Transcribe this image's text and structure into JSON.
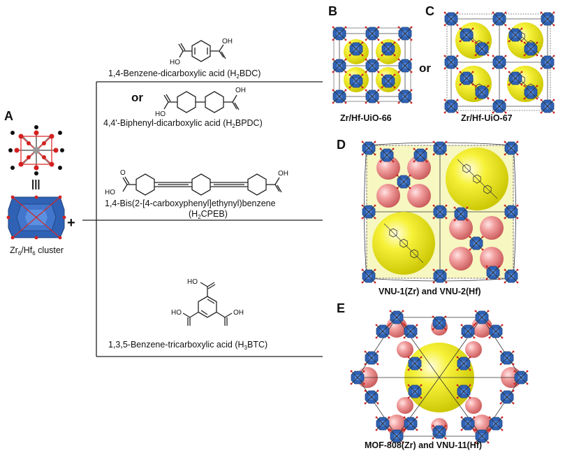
{
  "panels": {
    "A": "A",
    "B": "B",
    "C": "C",
    "D": "D",
    "E": "E"
  },
  "cluster": {
    "equals_sign": "|||",
    "label_main": "Zr",
    "label_sub1": "6",
    "label_mid": "/Hf",
    "label_sub2": "6",
    "label_end": " cluster"
  },
  "plus": "+",
  "linkers": {
    "bdc": {
      "name_pre": "1,4-Benzene-dicarboxylic acid (H",
      "name_sub": "2",
      "name_post": "BDC)"
    },
    "bpdc": {
      "or": "or",
      "name_pre": "4,4'-Biphenyl-dicarboxylic acid (H",
      "name_sub": "2",
      "name_post": "BPDC)"
    },
    "cpeb": {
      "name_line1": "1,4-Bis(2-[4-carboxyphenyl]ethynyl)benzene",
      "name2_pre": "(H",
      "name2_sub": "2",
      "name2_post": "CPEB)"
    },
    "btc": {
      "name_pre": "1,3,5-Benzene-tricarboxylic acid (H",
      "name_sub": "3",
      "name_post": "BTC)"
    }
  },
  "chem_labels": {
    "oh": "OH",
    "ho": "HO",
    "o": "O"
  },
  "mofs": {
    "uio66": "Zr/Hf-UiO-66",
    "or_label": "or",
    "uio67": "Zr/Hf-UiO-67",
    "vnu1": "VNU-1(Zr) and VNU-2(Hf)",
    "mof808": "MOF-808(Zr) and VNU-11(Hf)"
  },
  "colors": {
    "node_blue": "#2f62b5",
    "cage_yellow": "#f2ef1c",
    "cage_pink": "#ee8f8f",
    "cluster_red": "#d42020"
  }
}
